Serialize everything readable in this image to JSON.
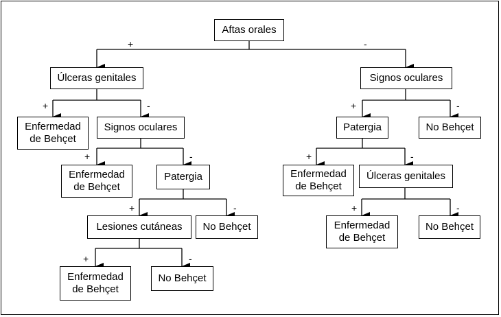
{
  "nodes": {
    "root": "Aftas orales",
    "l_ulceras": "Úlceras genitales",
    "l_enf1": "Enfermedad\nde Behçet",
    "l_signos": "Signos oculares",
    "l_enf2": "Enfermedad\nde Behçet",
    "l_patergia": "Patergia",
    "l_lesiones": "Lesiones cutáneas",
    "l_nob1": "No Behçet",
    "l_enf3": "Enfermedad\nde Behçet",
    "l_nob2": "No Behçet",
    "r_signos": "Signos oculares",
    "r_patergia": "Patergia",
    "r_nob1": "No Behçet",
    "r_enf1": "Enfermedad\nde Behçet",
    "r_ulceras": "Úlceras genitales",
    "r_enf2": "Enfermedad\nde Behçet",
    "r_nob2": "No Behçet"
  },
  "signs": {
    "plus": "+",
    "minus": "-"
  }
}
